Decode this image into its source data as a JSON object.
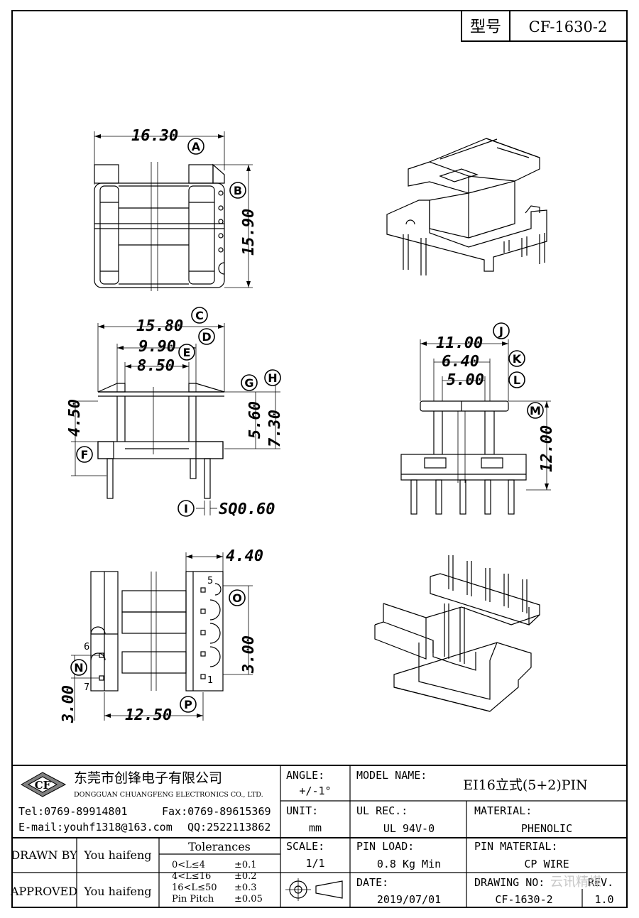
{
  "header": {
    "model_label": "型号",
    "model_no": "CF-1630-2"
  },
  "callouts": {
    "A": "A",
    "B": "B",
    "C": "C",
    "D": "D",
    "E": "E",
    "F": "F",
    "G": "G",
    "H": "H",
    "I": "I",
    "J": "J",
    "K": "K",
    "L": "L",
    "M": "M",
    "N": "N",
    "O": "O",
    "P": "P"
  },
  "dims": {
    "top_width": "16.30",
    "top_height": "15.90",
    "front_c": "15.80",
    "front_d": "9.90",
    "front_e": "8.50",
    "front_f": "4.50",
    "front_g": "5.60",
    "front_h": "7.30",
    "pin_sq": "SQ0.60",
    "side_j": "11.00",
    "side_k": "6.40",
    "side_l": "5.00",
    "side_m": "12.00",
    "bottom_o": "4.40",
    "bottom_pitch_right": "3.00",
    "bottom_pitch_left": "3.00",
    "bottom_p": "12.50"
  },
  "pin_numbers": [
    "5",
    "1",
    "6",
    "7"
  ],
  "title_block": {
    "company_cn": "东莞市创锋电子有限公司",
    "company_en": "DONGGUAN CHUANGFENG ELECTRONICS CO., LTD.",
    "logo": "CF",
    "tel": "Tel:0769-89914801",
    "fax": "Fax:0769-89615369",
    "email": "E-mail:youhf1318@163.com",
    "qq": "QQ:2522113862",
    "angle_label": "ANGLE:",
    "angle_value": "+/-1°",
    "unit_label": "UNIT:",
    "unit_value": "mm",
    "scale_label": "SCALE:",
    "scale_value": "1/1",
    "model_name_label": "MODEL NAME:",
    "model_name_value": "EI16立式(5+2)PIN",
    "ul_label": "UL REC.:",
    "ul_value": "UL 94V-0",
    "material_label": "MATERIAL:",
    "material_value": "PHENOLIC",
    "pin_load_label": "PIN LOAD:",
    "pin_load_value": "0.8 Kg Min",
    "pin_material_label": "PIN MATERIAL:",
    "pin_material_value": "CP WIRE",
    "date_label": "DATE:",
    "date_value": "2019/07/01",
    "drawing_no_label": "DRAWING NO:",
    "drawing_no_value": "CF-1630-2",
    "rev_label": "REV.",
    "rev_value": "1.0",
    "drawn_by_label": "DRAWN BY",
    "drawn_by_value": "You haifeng",
    "approved_label": "APPROVED",
    "approved_value": "You haifeng",
    "tolerances_title": "Tolerances",
    "tolerances": [
      {
        "range": "0<L≤4",
        "value": "±0.1"
      },
      {
        "range": "4<L≤16",
        "value": "±0.2"
      },
      {
        "range": "16<L≤50",
        "value": "±0.3"
      },
      {
        "range": "Pin Pitch",
        "value": "±0.05"
      }
    ]
  },
  "watermark": "云讯精煤"
}
